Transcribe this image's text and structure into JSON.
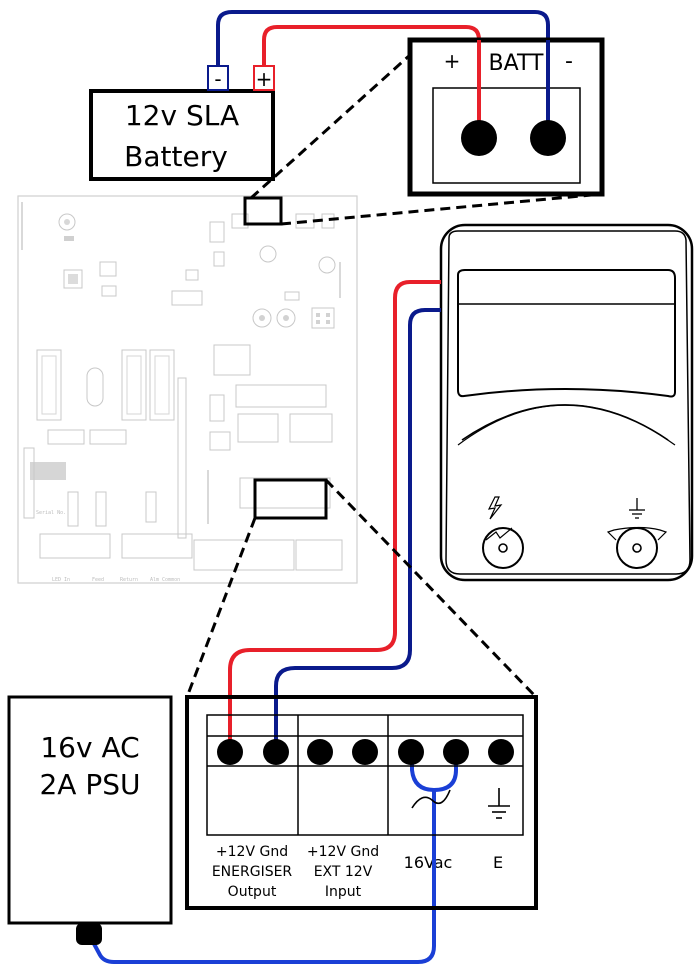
{
  "battery": {
    "title_line1": "12v SLA",
    "title_line2": "Battery",
    "neg_symbol": "-",
    "pos_symbol": "+"
  },
  "batt_terminal": {
    "plus": "+",
    "label": "BATT",
    "minus": "-"
  },
  "psu": {
    "line1": "16v AC",
    "line2": "2A PSU"
  },
  "terminal_block": {
    "groups": [
      {
        "line1": "+12V Gnd",
        "line2": "ENERGISER",
        "line3": "Output"
      },
      {
        "line1": "+12V Gnd",
        "line2": "EXT 12V",
        "line3": "Input"
      },
      {
        "line1": "16Vac"
      },
      {
        "line1": "E"
      }
    ]
  },
  "colors": {
    "positive_wire": "#e8202a",
    "negative_wire": "#0a1a8c",
    "ac_wire": "#1a3fd6",
    "outline": "#000000",
    "pcb_trace": "#c8c8c8"
  },
  "icons": [
    "lightning-icon",
    "ground-icon",
    "ac-wave-icon"
  ]
}
